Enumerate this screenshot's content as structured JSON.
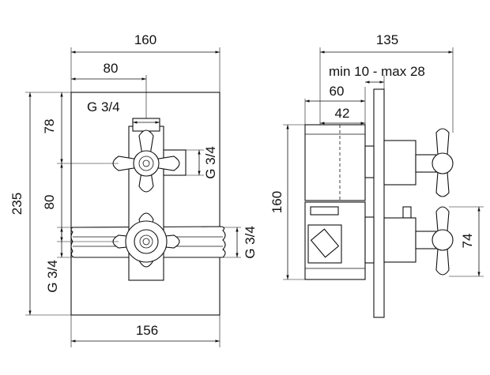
{
  "front_view": {
    "width_overall": "160",
    "offset_center": "80",
    "height_overall": "235",
    "upper_spacing": "78",
    "valve_spacing": "80",
    "width_bottom": "156",
    "conn_top": "G 3/4",
    "conn_upper_right": "G 3/4",
    "conn_lower_right": "G 3/4",
    "conn_lower_left": "G 3/4"
  },
  "side_view": {
    "depth_overall": "135",
    "wall_range": "min 10 - max 28",
    "depth_60": "60",
    "depth_42": "42",
    "body_height": "160",
    "handle_spacing": "74"
  }
}
